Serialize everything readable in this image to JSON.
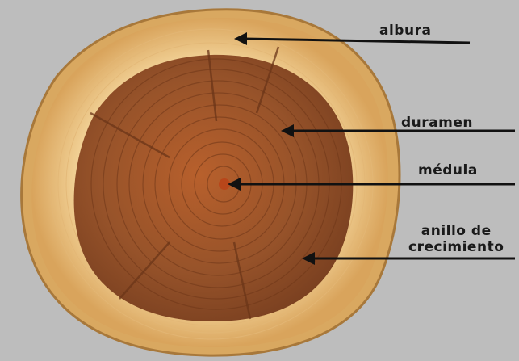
{
  "labels": {
    "albura": "albura",
    "duramen": "duramen",
    "medula": "médula",
    "anillo_line1": "anillo de",
    "anillo_line2": "crecimiento"
  },
  "colors": {
    "background": "#bdbdbd",
    "bark": "#c9a063",
    "sapwood": "#f2c987",
    "heartwood": "#8c4a22",
    "pith": "#b34a1c",
    "arrow": "#111111"
  }
}
